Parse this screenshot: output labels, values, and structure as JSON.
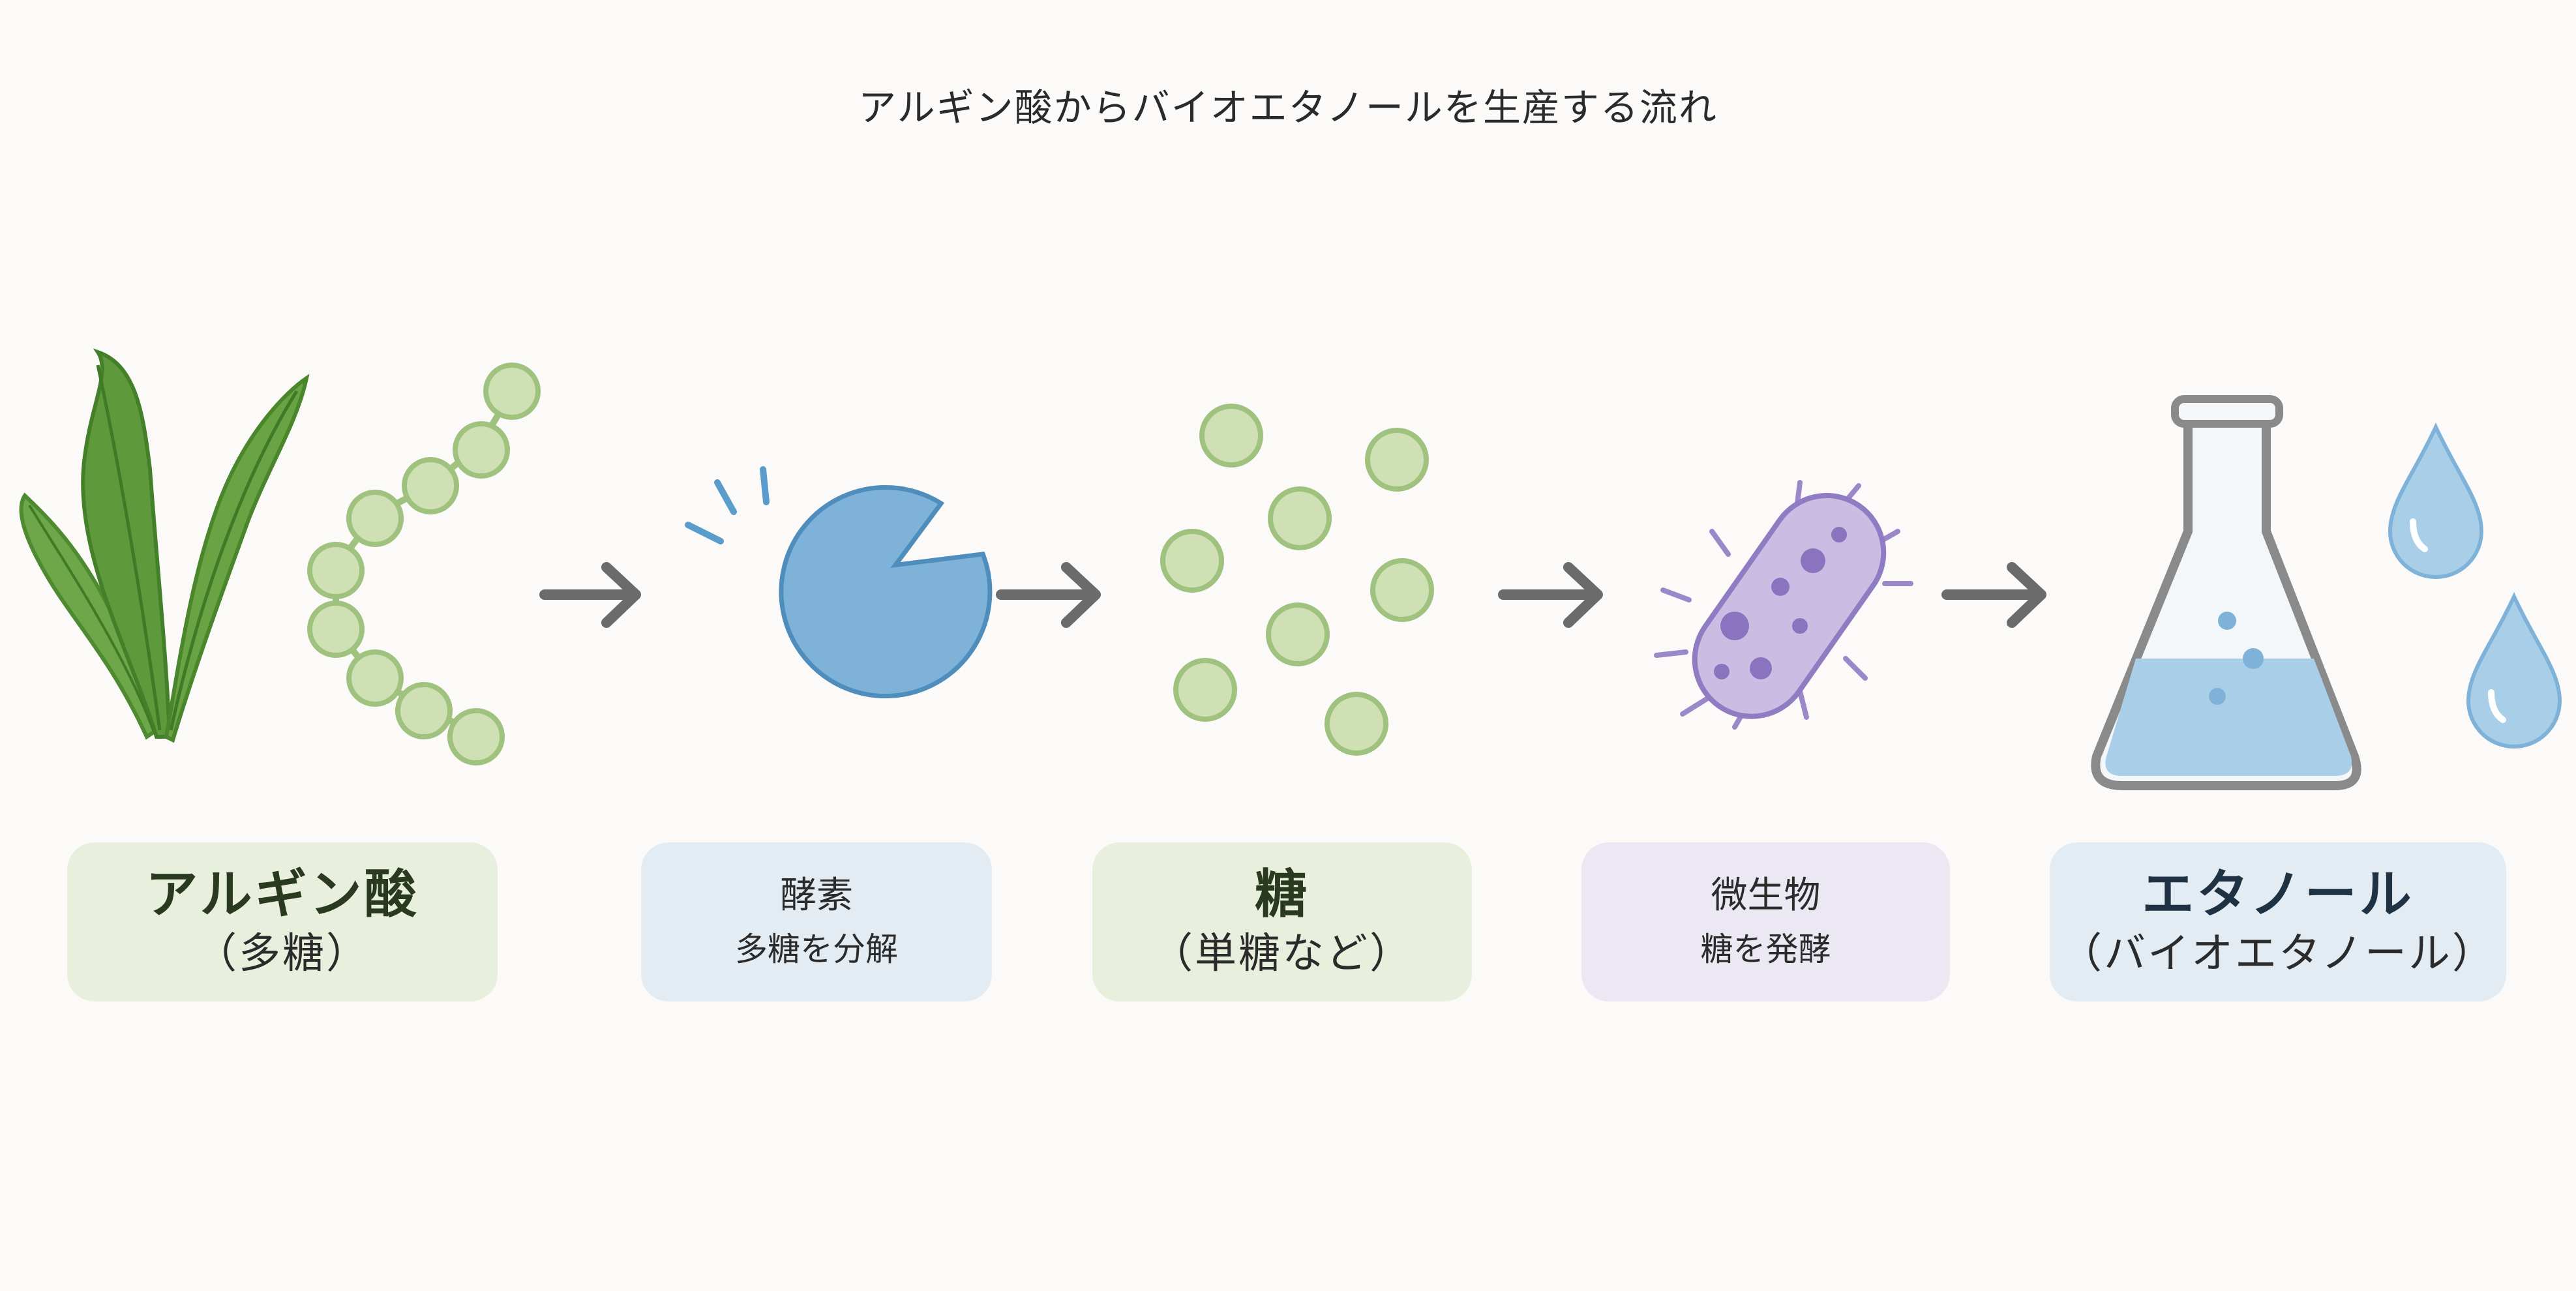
{
  "title": "アルギン酸からバイオエタノールを生産する流れ",
  "steps": [
    {
      "main": "アルギン酸",
      "sub": "（多糖）",
      "icon": "seaweed-and-polysaccharide-chain-icon",
      "color": "#e9efdd"
    },
    {
      "main": "酵素",
      "sub": "多糖を分解",
      "icon": "enzyme-pacman-icon",
      "color": "#e3ecf3"
    },
    {
      "main": "糖",
      "sub": "（単糖など）",
      "icon": "monosaccharide-circles-icon",
      "color": "#e9efdd"
    },
    {
      "main": "微生物",
      "sub": "糖を発酵",
      "icon": "microbe-bacterium-icon",
      "color": "#ebe8f3"
    },
    {
      "main": "エタノール",
      "sub": "（バイオエタノール）",
      "icon": "flask-and-droplets-icon",
      "color": "#e3ecf3"
    }
  ],
  "colors": {
    "seaweed": "#5e9a3c",
    "sugar": "#cfe0b5",
    "enzyme": "#7fb2d8",
    "microbe": "#c9bde3",
    "ethanol": "#a9cfe8",
    "arrow": "#6b6b6b"
  }
}
